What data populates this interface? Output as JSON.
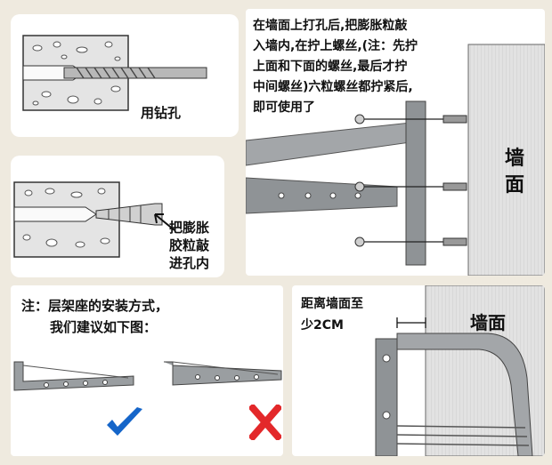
{
  "panel_drill": {
    "caption": "用钻孔"
  },
  "panel_anchor": {
    "caption_lines": [
      "把膨胀",
      "胶粒敲",
      "进孔内"
    ]
  },
  "panel_install": {
    "instruction_lines": [
      "在墙面上打孔后,把膨胀粒敲",
      "入墙内,在拧上螺丝,(注：先拧",
      "上面和下面的螺丝,最后才拧",
      "中间螺丝)六粒螺丝都拧紧后,",
      "即可使用了"
    ],
    "wall_label_lines": [
      "墙",
      "面"
    ]
  },
  "panel_note": {
    "title": "注：层架座的安装方式，",
    "subtitle": "我们建议如下图："
  },
  "panel_distance": {
    "note_lines": [
      "距离墙面至",
      "少2CM"
    ],
    "wall_label": "墙面"
  },
  "colors": {
    "page_bg": "#efeadf",
    "bracket_gray": "#8f9396",
    "check_blue": "#1565c9",
    "cross_red": "#e3282a"
  }
}
